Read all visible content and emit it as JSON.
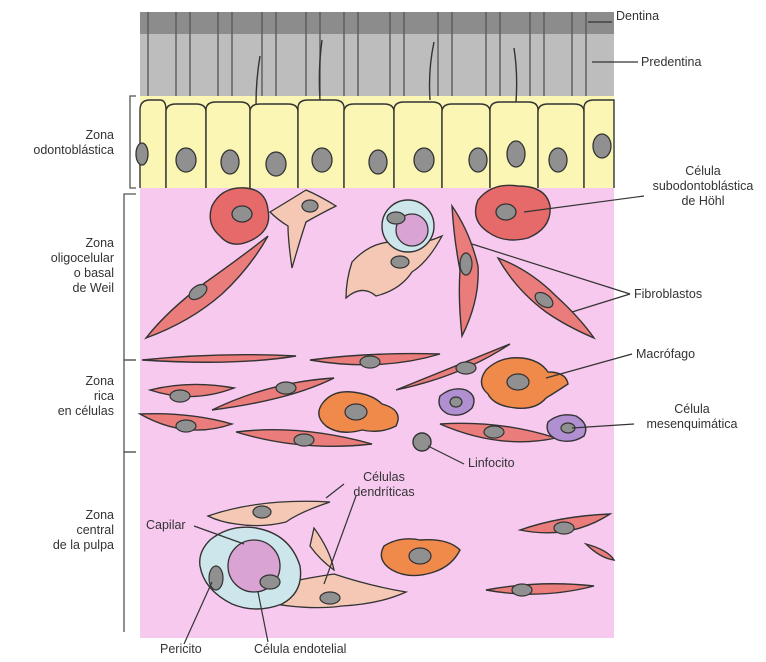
{
  "colors": {
    "dentin": "#8c8c8c",
    "predentin": "#bdbdbd",
    "odontoblast": "#fbf6b4",
    "pulp": "#f7c9ef",
    "fibroblast": "#ea7d7b",
    "hohl_cell": "#e66a6a",
    "macrophage": "#f08a4a",
    "mesenchymal": "#b090d0",
    "dendritic": "#f4c8b4",
    "nucleus": "#909090",
    "capillary": "#cde6ec",
    "erythrocyte": "#d9a3d4"
  },
  "zones": {
    "odontoblastic": [
      "Zona",
      "odontoblástica"
    ],
    "cell_poor": [
      "Zona",
      "oligocelular",
      "o basal",
      "de Weil"
    ],
    "cell_rich": [
      "Zona",
      "rica",
      "en células"
    ],
    "central": [
      "Zona",
      "central",
      "de la pulpa"
    ]
  },
  "labels": {
    "dentin": "Dentina",
    "predentin": "Predentina",
    "hohl_cell": [
      "Célula",
      "subodontoblástica",
      "de Höhl"
    ],
    "fibroblasts": "Fibroblastos",
    "macrophage": "Macrófago",
    "mesenchymal": [
      "Célula",
      "mesenquimática"
    ],
    "lymphocyte": "Linfocito",
    "dendritic": [
      "Células",
      "dendríticas"
    ],
    "capillary": "Capilar",
    "pericyte": "Pericito",
    "endothelial": "Célula endotelial"
  }
}
